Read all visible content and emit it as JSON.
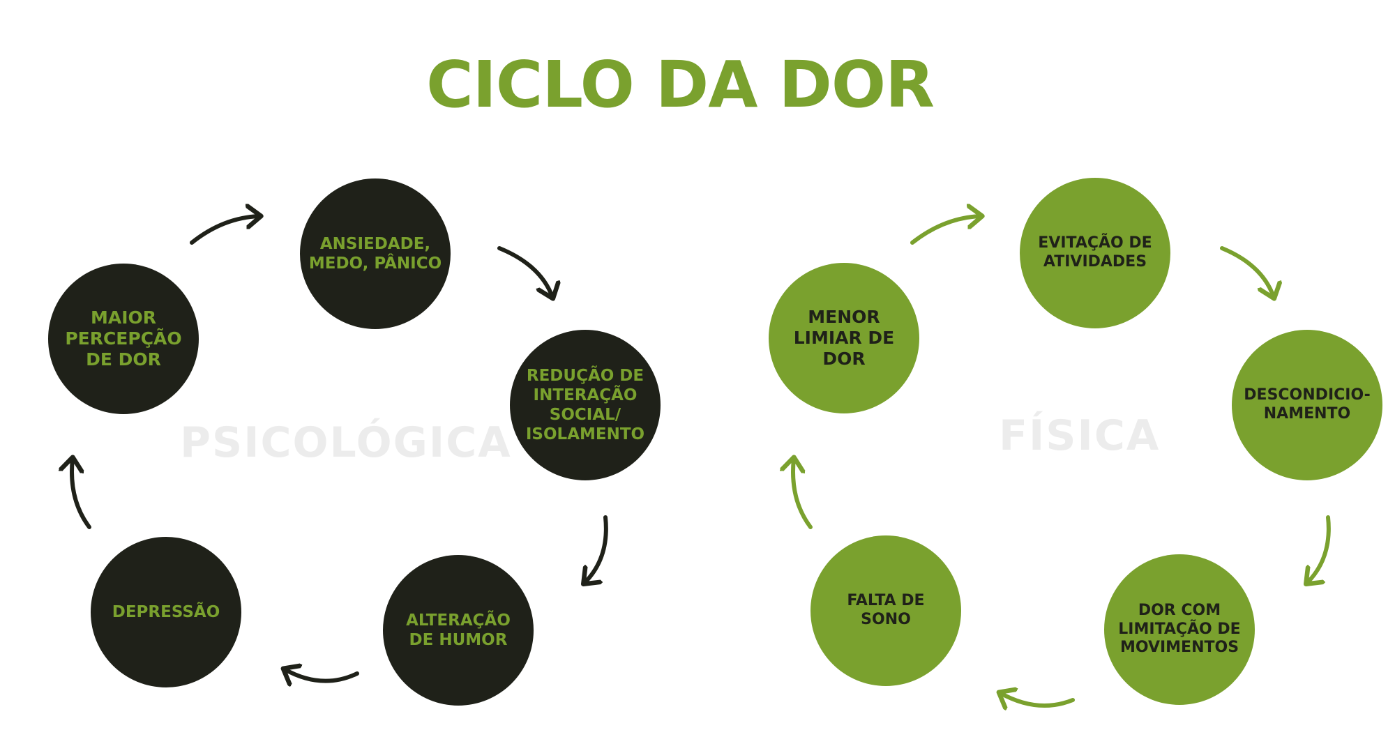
{
  "title": "CICLO DA DOR",
  "colors": {
    "green": "#7aa12e",
    "dark": "#1f2119",
    "watermark": "#ececec"
  },
  "cycles": {
    "psicologica": {
      "label": "PSICOLÓGICA",
      "nodes": [
        "ANSIEDADE,\nMEDO, PÂNICO",
        "REDUÇÃO DE\nINTERAÇÃO\nSOCIAL/\nISOLAMENTO",
        "ALTERAÇÃO\nDE HUMOR",
        "DEPRESSÃO",
        "MAIOR\nPERCEPÇÃO\nDE DOR"
      ]
    },
    "fisica": {
      "label": "FÍSICA",
      "nodes": [
        "EVITAÇÃO DE\nATIVIDADES",
        "DESCONDICIO-\nNAMENTO",
        "DOR COM\nLIMITAÇÃO DE\nMOVIMENTOS",
        "FALTA DE\nSONO",
        "MENOR\nLIMIAR DE\nDOR"
      ]
    }
  }
}
